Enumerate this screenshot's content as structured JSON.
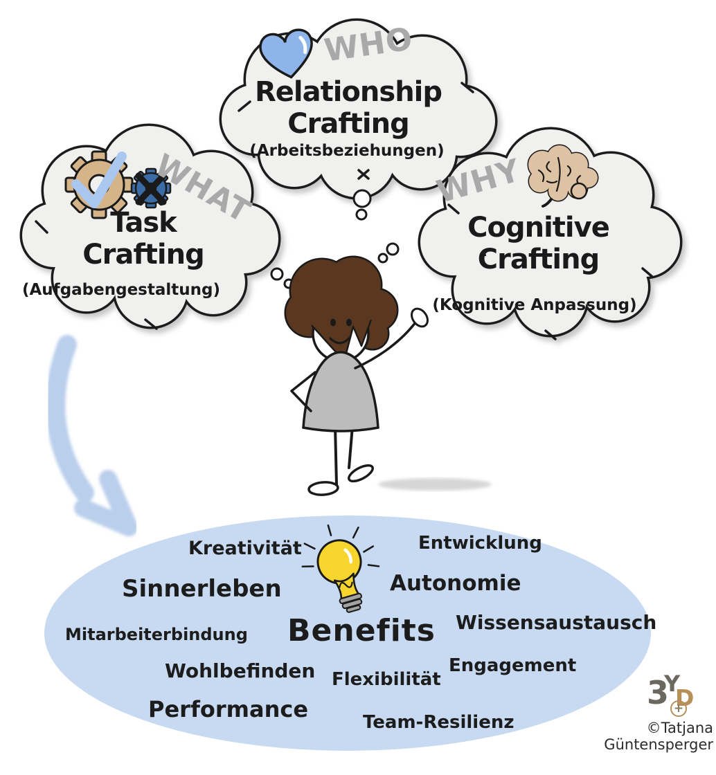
{
  "clouds": {
    "relationship": {
      "question_tag": "WHO",
      "title": "Relationship\nCrafting",
      "subtitle": "(Arbeitsbeziehungen)"
    },
    "task": {
      "question_tag": "WHAT",
      "title": "Task\nCrafting",
      "subtitle": "(Aufgabengestaltung)"
    },
    "cognitive": {
      "question_tag": "WHY",
      "title": "Cognitive\nCrafting",
      "subtitle": "(Kognitive Anpassung)"
    }
  },
  "benefits": {
    "center_label": "Benefits",
    "items": [
      "Kreativität",
      "Entwicklung",
      "Sinnerleben",
      "Autonomie",
      "Mitarbeiterbindung",
      "Wissensaustausch",
      "Wohlbefinden",
      "Engagement",
      "Flexibilität",
      "Performance",
      "Team-Resilienz"
    ]
  },
  "credit": {
    "copyright": "©Tatjana Güntensperger",
    "logo_letters": [
      "3",
      "Y",
      "D",
      "+"
    ]
  },
  "icons": [
    "heart-icon",
    "gears-check-icon",
    "brain-icon",
    "lightbulb-icon",
    "curved-arrow-icon",
    "thought-bubble-icon"
  ],
  "colors": {
    "cloud_fill": "#f0f0ee",
    "outline": "#1a1a1a",
    "benefits_ellipse": "#c7daf1",
    "heart_blue": "#8db5e9",
    "check_blue": "#a9c7ef",
    "gear_tan": "#d4b488",
    "gear_blue": "#3c6ca5",
    "brain_tan": "#ddc3a4",
    "bulb_yellow": "#f7d52c",
    "arrow_blue": "#b9cfec",
    "tag_gray": "#a9a9a9",
    "dress_gray": "#bcbcbc",
    "hair_brown": "#5a371f",
    "logo_gray": "#6b685f",
    "logo_gold": "#b78f58"
  }
}
